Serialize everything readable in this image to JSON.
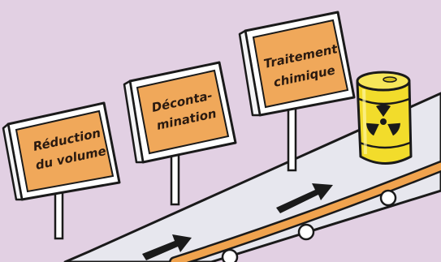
{
  "colors": {
    "background": "#e2d0e3",
    "sign_face": "#f0a85a",
    "sign_frame": "#ffffff",
    "conveyor_belt": "#e7e7ee",
    "track_orange": "#f0a34e",
    "barrel_yellow": "#f2dc2b",
    "outline": "#1a1a1a"
  },
  "signs": [
    {
      "line1": "Réduction",
      "line2": "du volume"
    },
    {
      "line1": "Déconta-",
      "line2": "mination"
    },
    {
      "line1": "Traitement",
      "line2": "chimique"
    }
  ],
  "barrel": {
    "symbol": "radiation-icon"
  },
  "conveyor": {
    "arrow_icon": "arrow-right-icon"
  }
}
